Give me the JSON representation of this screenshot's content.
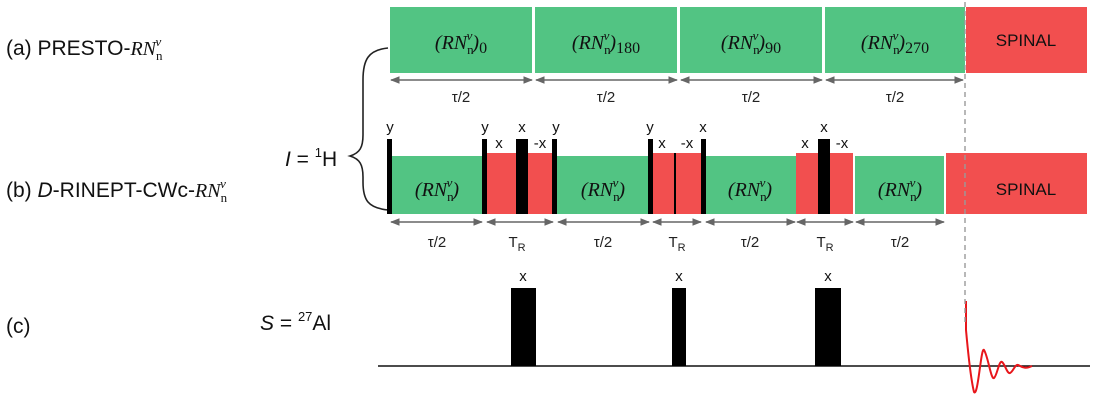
{
  "labels": {
    "a_prefix": "(a) PRESTO-",
    "b_prefix": "(b) ",
    "b_d": "D",
    "b_mid": "-RINEPT-CWc-",
    "c": "(c)",
    "I_var": "I",
    "I_eq": " = ",
    "I_mass": "1",
    "I_el": "H",
    "S_var": "S",
    "S_eq": " = ",
    "S_mass": "27",
    "S_el": "Al",
    "rn_main": "RN",
    "rn_sub": "n",
    "rn_sup": "ν"
  },
  "presto": {
    "blocks": [
      {
        "open": "(",
        "main": "RN",
        "sub": "n",
        "sup": "ν",
        "close": ")",
        "index": "0"
      },
      {
        "open": "(",
        "main": "RN",
        "sub": "n",
        "sup": "ν",
        "close": ")",
        "index": "180"
      },
      {
        "open": "(",
        "main": "RN",
        "sub": "n",
        "sup": "ν",
        "close": ")",
        "index": "90"
      },
      {
        "open": "(",
        "main": "RN",
        "sub": "n",
        "sup": "ν",
        "close": ")",
        "index": "270"
      }
    ],
    "spinal": "SPINAL",
    "durations": [
      "τ/2",
      "τ/2",
      "τ/2",
      "τ/2"
    ]
  },
  "rinept": {
    "block": {
      "open": "(",
      "main": "RN",
      "sub": "n",
      "sup": "ν",
      "close": ")"
    },
    "spinal": "SPINAL",
    "phases": [
      "y",
      "y",
      "x",
      "-x",
      "y",
      "y",
      "x",
      "-x",
      "x",
      "x",
      "x",
      "-x"
    ],
    "phases_cw": [
      "x",
      "x",
      "x"
    ],
    "durations": [
      "τ/2",
      "T",
      "τ/2",
      "T",
      "τ/2",
      "T",
      "τ/2"
    ],
    "tr_sub": "R"
  },
  "al": {
    "phases": [
      "x",
      "x",
      "x"
    ]
  },
  "colors": {
    "green": "#52c483",
    "red": "#f24f4f",
    "pulse": "#000000",
    "fid": "#e8161b",
    "arrow": "#666666",
    "dash": "#9a9a9a"
  }
}
